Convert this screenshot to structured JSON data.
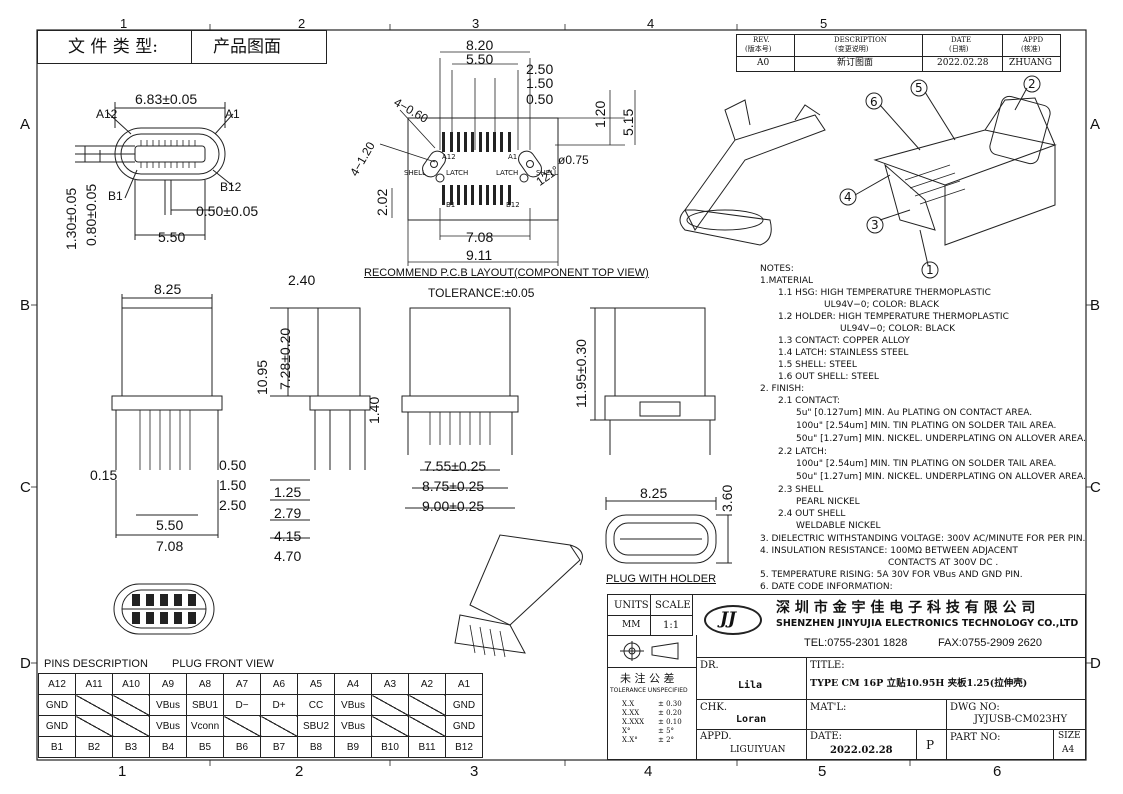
{
  "grid": {
    "top_numbers": [
      "1",
      "2",
      "3",
      "4",
      "5"
    ],
    "bottom_numbers": [
      "1",
      "2",
      "3",
      "4",
      "5",
      "6"
    ],
    "side_letters": [
      "A",
      "B",
      "C",
      "D"
    ]
  },
  "header": {
    "file_type_label": "文 件 类 型:",
    "file_type_value": "产品图面"
  },
  "revision": {
    "col_rev": "REV.",
    "col_rev_cn": "(版本号)",
    "col_desc": "DESCRIPTION",
    "col_desc_cn": "(变更说明)",
    "col_date": "DATE",
    "col_date_cn": "(日期)",
    "col_appd": "APPD",
    "col_appd_cn": "(核准)",
    "rev": "A0",
    "desc": "新订图面",
    "date": "2022.02.28",
    "appd": "ZHUANG"
  },
  "front_view": {
    "width_dim": "6.83±0.05",
    "pin_a12": "A12",
    "pin_a1": "A1",
    "pin_b1": "B1",
    "pin_b12": "B12",
    "h1": "1.30±0.05",
    "h2": "0.80±0.05",
    "pitch": "0.50±0.05",
    "span": "5.50"
  },
  "pcb_layout": {
    "d820": "8.20",
    "d550": "5.50",
    "d250": "2.50",
    "d150": "1.50",
    "d050": "0.50",
    "d120": "1.20",
    "d515": "5.15",
    "d460": "4−0.60",
    "d4120": "4−1.20",
    "d202": "2.02",
    "d708": "7.08",
    "d911": "9.11",
    "phi": "ø0.75",
    "angle": "121°",
    "shell_l": "SHELL",
    "shell_r": "SHELL",
    "latch_l": "LATCH",
    "latch_r": "LATCH",
    "a12": "A12",
    "a1": "A1",
    "b1": "B1",
    "b12": "B12",
    "title": "RECOMMEND P.C.B LAYOUT(COMPONENT TOP VIEW)",
    "tolerance": "TOLERANCE:±0.05"
  },
  "side_views": {
    "w825": "8.25",
    "d015": "0.15",
    "d050": "0.50",
    "d150": "1.50",
    "d250": "2.50",
    "d550": "5.50",
    "d708": "7.08",
    "d240": "2.40",
    "d1095": "10.95",
    "d728": "7.28±0.20",
    "d140": "1.40",
    "d125": "1.25",
    "d279": "2.79",
    "d415": "4.15",
    "d470": "4.70",
    "d755": "7.55±0.25",
    "d875": "8.75±0.25",
    "d900": "9.00±0.25",
    "d1195": "11.95±0.30",
    "holder_w": "8.25",
    "holder_h": "3.60",
    "holder_title": "PLUG WITH HOLDER"
  },
  "balloons": [
    "6",
    "5",
    "2",
    "4",
    "3",
    "1"
  ],
  "notes": [
    "NOTES:",
    "1.MATERIAL",
    "1.1  HSG: HIGH TEMPERATURE THERMOPLASTIC",
    "UL94V−0; COLOR: BLACK",
    "1.2  HOLDER: HIGH TEMPERATURE THERMOPLASTIC",
    "UL94V−0; COLOR: BLACK",
    "1.3  CONTACT: COPPER ALLOY",
    "1.4  LATCH: STAINLESS STEEL",
    "1.5  SHELL: STEEL",
    "1.6  OUT SHELL: STEEL",
    "2.  FINISH:",
    "2.1  CONTACT:",
    "5u\" [0.127um] MIN. Au PLATING ON CONTACT AREA.",
    "100u\" [2.54um] MIN. TIN PLATING ON SOLDER TAIL AREA.",
    "50u\" [1.27um] MIN. NICKEL. UNDERPLATING ON ALLOVER AREA.",
    "2.2  LATCH:",
    "100u\" [2.54um] MIN. TIN PLATING ON SOLDER TAIL AREA.",
    "50u\" [1.27um] MIN. NICKEL. UNDERPLATING ON ALLOVER AREA.",
    "2.3  SHELL",
    "PEARL NICKEL",
    "2.4  OUT SHELL",
    "WELDABLE NICKEL",
    "3.  DIELECTRIC WITHSTANDING VOLTAGE: 300V AC/MINUTE FOR PER PIN.",
    "4.  INSULATION RESISTANCE: 100MΩ BETWEEN ADJACENT",
    "CONTACTS AT 300V DC .",
    "5.  TEMPERATURE RISING: 5A 30V FOR VBus AND GND PIN.",
    "6.  DATE CODE INFORMATION:"
  ],
  "pins_table": {
    "title": "PINS  DESCRIPTION",
    "subtitle": "PLUG  FRONT  VIEW",
    "row_a_labels": [
      "A12",
      "A11",
      "A10",
      "A9",
      "A8",
      "A7",
      "A6",
      "A5",
      "A4",
      "A3",
      "A2",
      "A1"
    ],
    "row_a_funcs": [
      "GND",
      "",
      "",
      "VBus",
      "SBU1",
      "D−",
      "D+",
      "CC",
      "VBus",
      "",
      "",
      "GND"
    ],
    "row_b_funcs": [
      "GND",
      "",
      "",
      "VBus",
      "Vconn",
      "",
      "",
      "SBU2",
      "VBus",
      "",
      "",
      "GND"
    ],
    "row_b_labels": [
      "B1",
      "B2",
      "B3",
      "B4",
      "B5",
      "B6",
      "B7",
      "B8",
      "B9",
      "B10",
      "B11",
      "B12"
    ]
  },
  "title_block": {
    "units_label": "UNITS",
    "units_value": "MM",
    "scale_label": "SCALE",
    "scale_value": "1:1",
    "logo_text": "JJ",
    "company_cn": "深 圳 市 金 宇 佳 电 子 科 技 有 限 公 司",
    "company_en": "SHENZHEN JINYUJIA ELECTRONICS TECHNOLOGY CO.,LTD",
    "tel": "TEL:0755-2301 1828",
    "fax": "FAX:0755-2909 2620",
    "tol_cn": "未 注 公 差",
    "tol_en": "TOLERANCE UNSPECIFIED",
    "tol_rows": [
      [
        "X.X",
        "± 0.30"
      ],
      [
        "X.XX",
        "± 0.20"
      ],
      [
        "X.XXX",
        "± 0.10"
      ],
      [
        "X°",
        "± 5°"
      ],
      [
        "X.X°",
        "± 2°"
      ]
    ],
    "dr_label": "DR.",
    "dr_value": "Lila",
    "chk_label": "CHK.",
    "chk_value": "Loran",
    "appd_label": "APPD.",
    "appd_value": "LIGUIYUAN",
    "title_label": "TITLE:",
    "title_value": "TYPE CM 16P 立贴10.95H 夹板1.25(拉伸壳)",
    "mat_label": "MAT'L:",
    "dwg_label": "DWG NO:",
    "dwg_value": "JYJUSB-CM023HY",
    "date_label": "DATE:",
    "date_value": "2022.02.28",
    "p_label": "P",
    "part_label": "PART  NO:",
    "size_label": "SIZE",
    "size_value": "A4"
  }
}
